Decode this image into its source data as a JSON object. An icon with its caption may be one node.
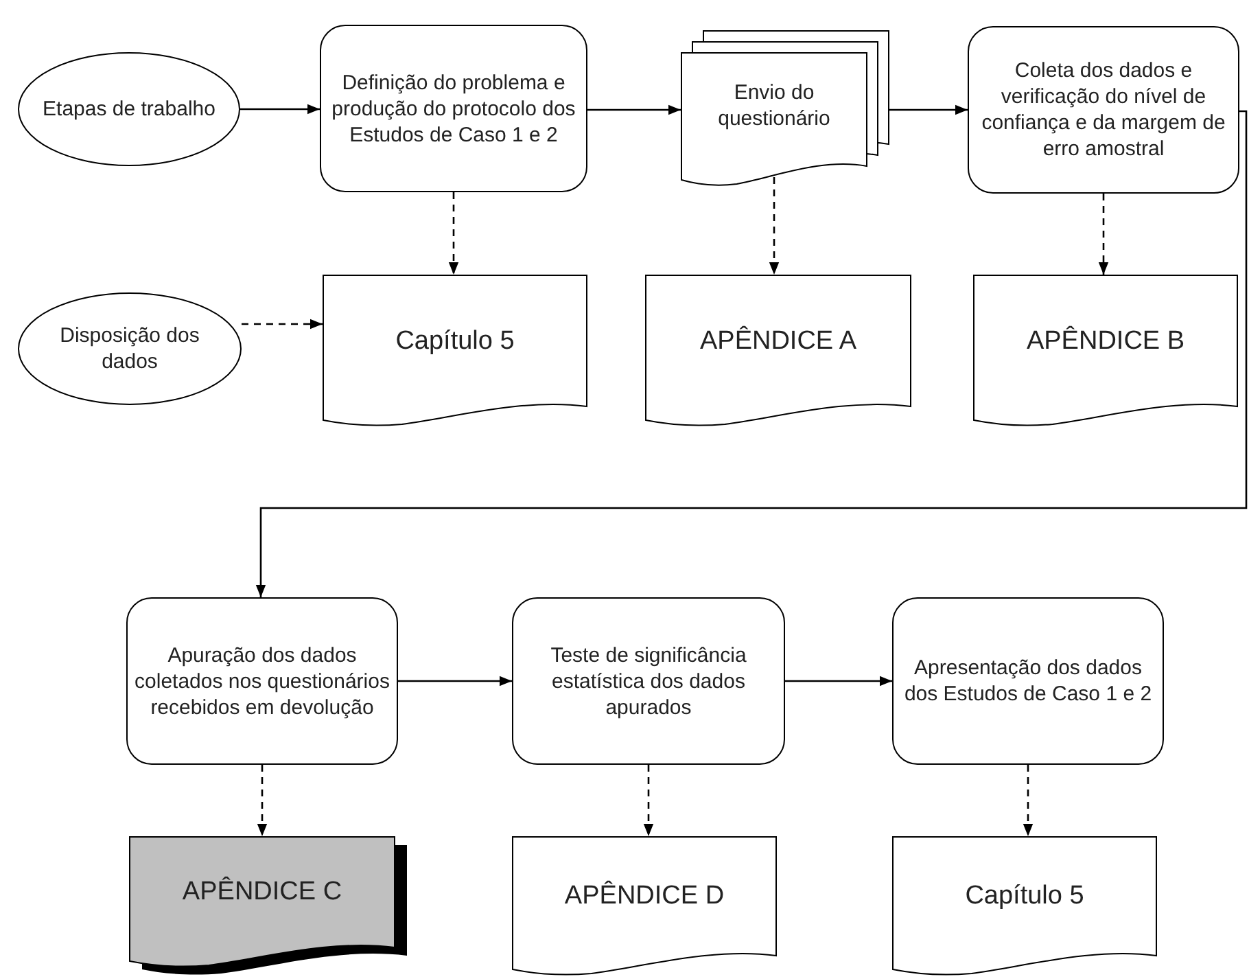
{
  "diagram": {
    "nodes": [
      {
        "text": [
          "Etapas de trabalho"
        ]
      },
      {
        "text": [
          "Definição do problema e produção do protocolo dos Estudos de Caso 1 e 2"
        ]
      },
      {
        "text": [
          "Envio do questionário"
        ]
      },
      {
        "text": [
          "Coleta dos dados e verificação do nível de confiança e da margem de erro amostral"
        ]
      },
      {
        "text": [
          "Disposição dos dados"
        ]
      },
      {
        "text": [
          "Capítulo 5"
        ]
      },
      {
        "text": [
          "APÊNDICE A"
        ]
      },
      {
        "text": [
          "APÊNDICE B"
        ]
      },
      {
        "text": [
          "Apuração dos dados coletados nos questionários recebidos em devolução"
        ]
      },
      {
        "text": [
          "Teste de significância estatística dos dados apurados"
        ]
      },
      {
        "text": [
          "Apresentação dos dados dos Estudos de Caso 1 e 2"
        ]
      },
      {
        "text": [
          "APÊNDICE C"
        ]
      },
      {
        "text": [
          "APÊNDICE D"
        ]
      },
      {
        "text": [
          "Capítulo 5"
        ]
      }
    ],
    "edges": [
      {
        "from": 0,
        "to": 1,
        "arrow": "to"
      },
      {
        "from": 1,
        "to": 2,
        "arrow": "to"
      },
      {
        "from": 2,
        "to": 3,
        "arrow": "to"
      },
      {
        "from": 3,
        "to": 8,
        "arrow": "to"
      },
      {
        "from": 1,
        "to": 5,
        "arrow": "to",
        "style": "dashed"
      },
      {
        "from": 2,
        "to": 6,
        "arrow": "to",
        "style": "dashed"
      },
      {
        "from": 3,
        "to": 7,
        "arrow": "to",
        "style": "dashed"
      },
      {
        "from": 4,
        "to": 5,
        "arrow": "to",
        "style": "dashed"
      },
      {
        "from": 8,
        "to": 9,
        "arrow": "to"
      },
      {
        "from": 9,
        "to": 10,
        "arrow": "to"
      },
      {
        "from": 8,
        "to": 11,
        "arrow": "to",
        "style": "dashed"
      },
      {
        "from": 9,
        "to": 12,
        "arrow": "to",
        "style": "dashed"
      },
      {
        "from": 10,
        "to": 13,
        "arrow": "to",
        "style": "dashed"
      }
    ]
  }
}
